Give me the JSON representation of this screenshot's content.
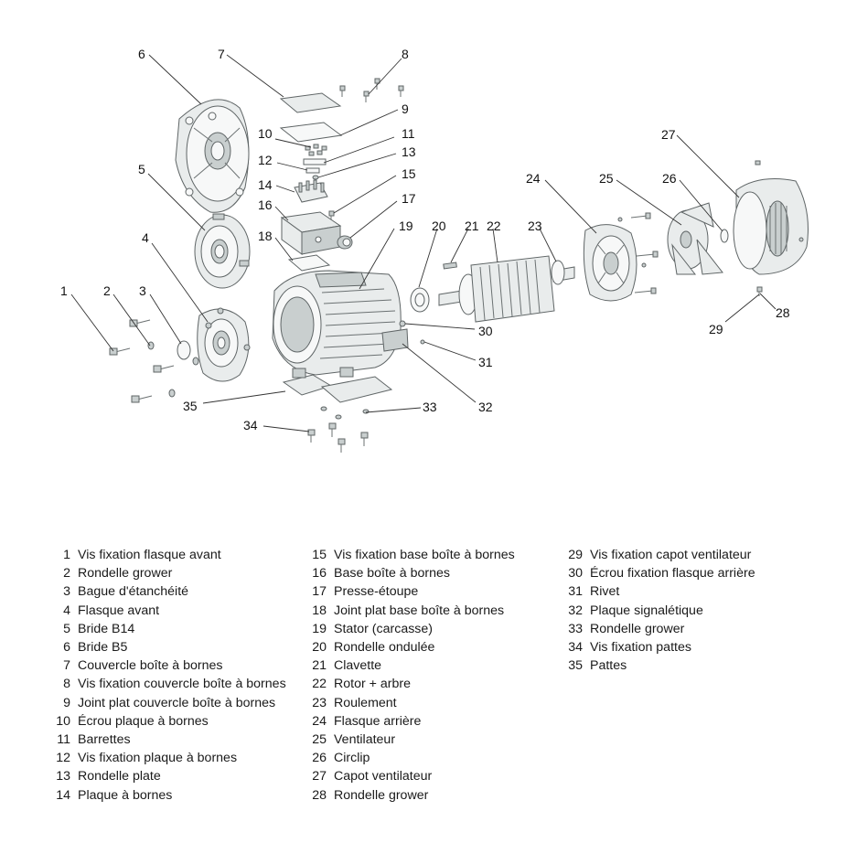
{
  "diagram": {
    "callouts": [
      "1",
      "2",
      "3",
      "4",
      "5",
      "6",
      "7",
      "8",
      "9",
      "10",
      "11",
      "12",
      "13",
      "14",
      "15",
      "16",
      "17",
      "18",
      "19",
      "20",
      "21",
      "22",
      "23",
      "24",
      "25",
      "26",
      "27",
      "28",
      "29",
      "30",
      "31",
      "32",
      "33",
      "34",
      "35"
    ]
  },
  "legend": {
    "columns": [
      [
        {
          "num": "1",
          "label": "Vis fixation flasque avant"
        },
        {
          "num": "2",
          "label": "Rondelle grower"
        },
        {
          "num": "3",
          "label": "Bague d'étanchéité"
        },
        {
          "num": "4",
          "label": "Flasque avant"
        },
        {
          "num": "5",
          "label": "Bride B14"
        },
        {
          "num": "6",
          "label": "Bride B5"
        },
        {
          "num": "7",
          "label": "Couvercle boîte à bornes"
        },
        {
          "num": "8",
          "label": "Vis fixation couvercle boîte à bornes"
        },
        {
          "num": "9",
          "label": "Joint plat couvercle boîte à bornes"
        },
        {
          "num": "10",
          "label": "Écrou plaque à bornes"
        },
        {
          "num": "11",
          "label": "Barrettes"
        },
        {
          "num": "12",
          "label": "Vis fixation plaque à bornes"
        },
        {
          "num": "13",
          "label": "Rondelle plate"
        },
        {
          "num": "14",
          "label": "Plaque à bornes"
        }
      ],
      [
        {
          "num": "15",
          "label": "Vis fixation base boîte à bornes"
        },
        {
          "num": "16",
          "label": "Base boîte à bornes"
        },
        {
          "num": "17",
          "label": "Presse-étoupe"
        },
        {
          "num": "18",
          "label": "Joint plat base boîte à bornes"
        },
        {
          "num": "19",
          "label": "Stator (carcasse)"
        },
        {
          "num": "20",
          "label": "Rondelle ondulée"
        },
        {
          "num": "21",
          "label": "Clavette"
        },
        {
          "num": "22",
          "label": "Rotor + arbre"
        },
        {
          "num": "23",
          "label": "Roulement"
        },
        {
          "num": "24",
          "label": "Flasque arrière"
        },
        {
          "num": "25",
          "label": "Ventilateur"
        },
        {
          "num": "26",
          "label": "Circlip"
        },
        {
          "num": "27",
          "label": "Capot ventilateur"
        },
        {
          "num": "28",
          "label": "Rondelle grower"
        }
      ],
      [
        {
          "num": "29",
          "label": "Vis fixation capot ventilateur"
        },
        {
          "num": "30",
          "label": "Écrou fixation flasque arrière"
        },
        {
          "num": "31",
          "label": "Rivet"
        },
        {
          "num": "32",
          "label": "Plaque signalétique"
        },
        {
          "num": "33",
          "label": "Rondelle grower"
        },
        {
          "num": "34",
          "label": "Vis fixation pattes"
        },
        {
          "num": "35",
          "label": "Pattes"
        }
      ]
    ]
  }
}
